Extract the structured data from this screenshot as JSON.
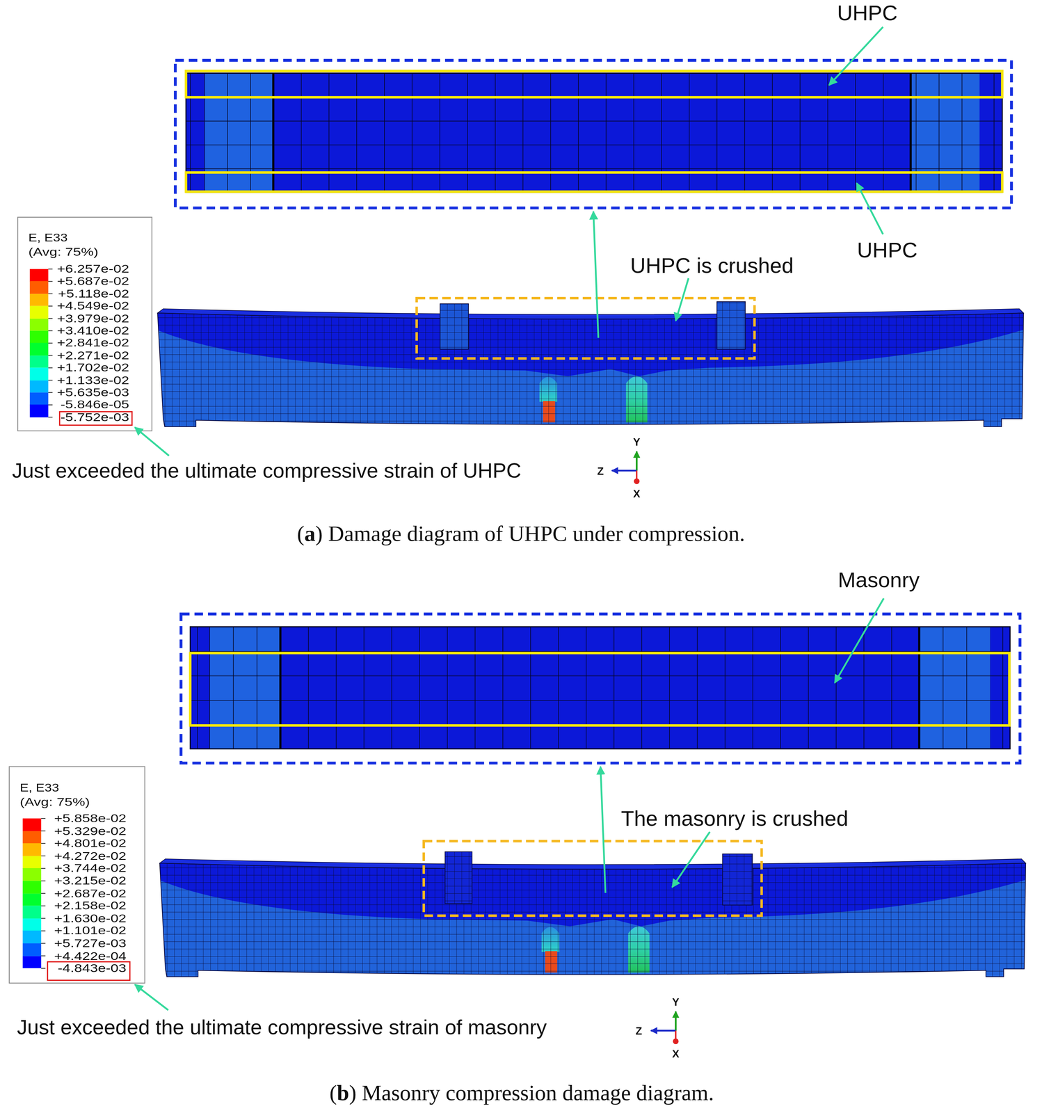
{
  "diagram": {
    "labels": [
      "UHPC",
      "UHPC",
      "UHPC is crushed",
      "E, E33",
      "(Avg: 75%)",
      "Just exceeded the ultimate compressive strain of UHPC",
      "Y",
      "Z",
      "X",
      "(a) Damage diagram of UHPC under compression.",
      "Masonry",
      "The masonry is crushed",
      "E, E33",
      "(Avg: 75%)",
      "Just exceeded the ultimate compressive strain of masonry",
      "Y",
      "Z",
      "X",
      "(b) Masonry compression damage diagram."
    ],
    "legend": [
      {
        "text": "+6.257e-02",
        "color": "#ff0000"
      },
      {
        "text": "+5.687e-02",
        "color": "#ff5d00"
      },
      {
        "text": "+5.118e-02",
        "color": "#ffb900"
      },
      {
        "text": "+4.549e-02",
        "color": "#e8ff00"
      },
      {
        "text": "+3.979e-02",
        "color": "#8bff00"
      },
      {
        "text": "+3.410e-02",
        "color": "#2eff00"
      },
      {
        "text": "+2.841e-02",
        "color": "#00ff2e"
      },
      {
        "text": "+2.271e-02",
        "color": "#00ff8b"
      },
      {
        "text": "+1.702e-02",
        "color": "#00ffe8"
      },
      {
        "text": "+1.133e-02",
        "color": "#00b9ff"
      },
      {
        "text": "+5.635e-03",
        "color": "#005dff"
      },
      {
        "text": "-5.846e-05",
        "color": "#0000ff"
      },
      {
        "text": "-5.752e-03"
      },
      {
        "text": "+5.858e-02",
        "color": "#ff0000"
      },
      {
        "text": "+5.329e-02",
        "color": "#ff5d00"
      },
      {
        "text": "+4.801e-02",
        "color": "#ffb900"
      },
      {
        "text": "+4.272e-02",
        "color": "#e8ff00"
      },
      {
        "text": "+3.744e-02",
        "color": "#8bff00"
      },
      {
        "text": "+3.215e-02",
        "color": "#2eff00"
      },
      {
        "text": "+2.687e-02",
        "color": "#00ff2e"
      },
      {
        "text": "+2.158e-02",
        "color": "#00ff8b"
      },
      {
        "text": "+1.630e-02",
        "color": "#00ffe8"
      },
      {
        "text": "+1.101e-02",
        "color": "#00b9ff"
      },
      {
        "text": "+5.727e-03",
        "color": "#005dff"
      },
      {
        "text": "+4.422e-04",
        "color": "#0000ff"
      },
      {
        "text": "-4.843e-03"
      }
    ]
  }
}
